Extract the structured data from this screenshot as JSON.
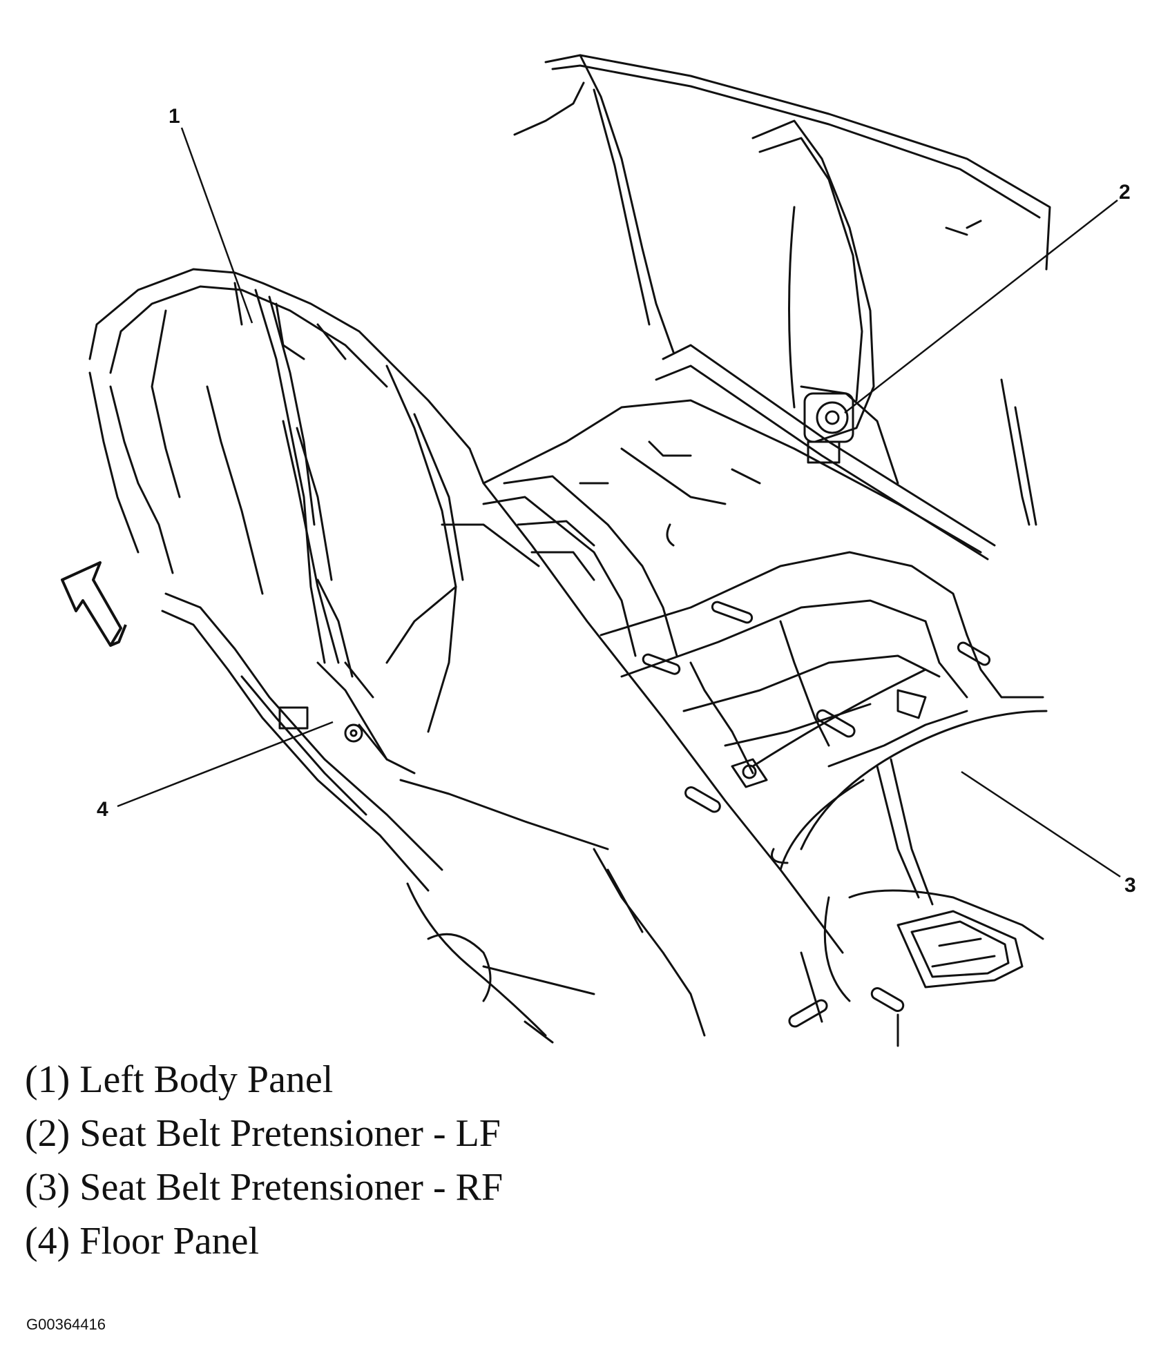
{
  "callouts": [
    {
      "number": "1"
    },
    {
      "number": "2"
    },
    {
      "number": "3"
    },
    {
      "number": "4"
    }
  ],
  "legend": [
    {
      "text": "(1) Left Body Panel"
    },
    {
      "text": "(2) Seat Belt Pretensioner - LF"
    },
    {
      "text": "(3) Seat Belt Pretensioner - RF"
    },
    {
      "text": "(4) Floor Panel"
    }
  ],
  "figure_id": "G00364416",
  "colors": {
    "ink": "#111111",
    "paper": "#ffffff"
  }
}
